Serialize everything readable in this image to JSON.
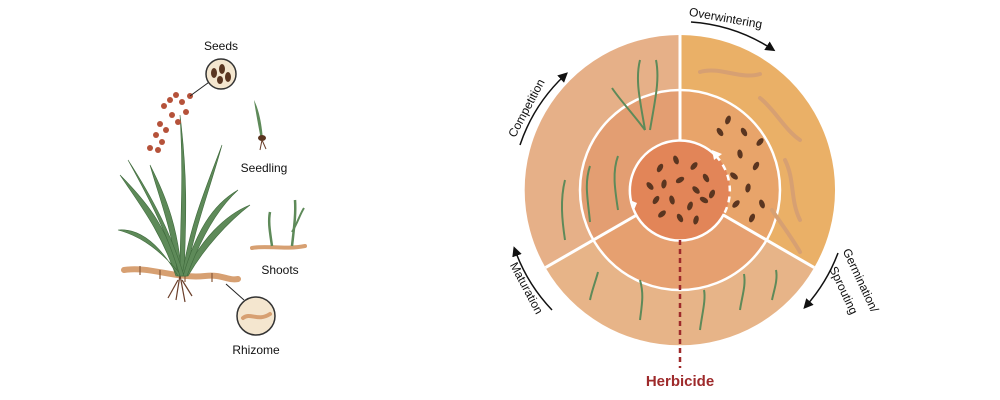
{
  "plant_labels": {
    "seeds": "Seeds",
    "seedling": "Seedling",
    "shoots": "Shoots",
    "rhizome": "Rhizome"
  },
  "cycle_labels": {
    "overwintering": "Overwintering",
    "germination": "Germination/",
    "sprouting": "Sprouting",
    "maturation": "Maturation",
    "competition": "Competition"
  },
  "herbicide": "Herbicide",
  "colors": {
    "sector_competition": "#e6b088",
    "sector_overwintering": "#eab067",
    "sector_germination": "#e7b488",
    "inner_ring_left": "#e39e72",
    "inner_ring_right": "#e8a46a",
    "center": "#e28558",
    "herbicide": "#9e2a2b",
    "leaf": "#5e8a59",
    "seed": "#5a3520",
    "rhizome": "#d7a072"
  }
}
